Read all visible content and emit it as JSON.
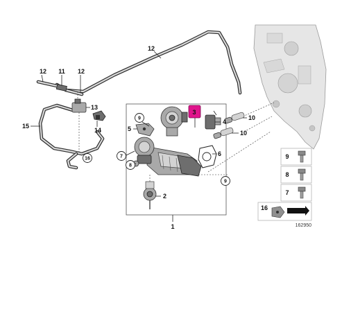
{
  "labels": {
    "hose_top": "12",
    "hose_left_a": "12",
    "connector": "11",
    "hose_left_b": "12",
    "sensor_13": "13",
    "clip_14": "14",
    "hose_loop": "15",
    "ring_16": "16",
    "callout_9_top": "9",
    "bracket_5": "5",
    "part_3": "3",
    "sensor_4": "4",
    "pipe_10_a": "10",
    "pipe_10_b": "10",
    "gasket_6": "6",
    "part_7": "7",
    "part_8": "8",
    "callout_9_mid": "9",
    "actuator_2": "2",
    "assembly_1": "1",
    "legend_9": "9",
    "legend_8": "8",
    "legend_7": "7",
    "legend_16": "16"
  },
  "catalog_number": "162950",
  "colors": {
    "highlight": "#e0148c"
  }
}
